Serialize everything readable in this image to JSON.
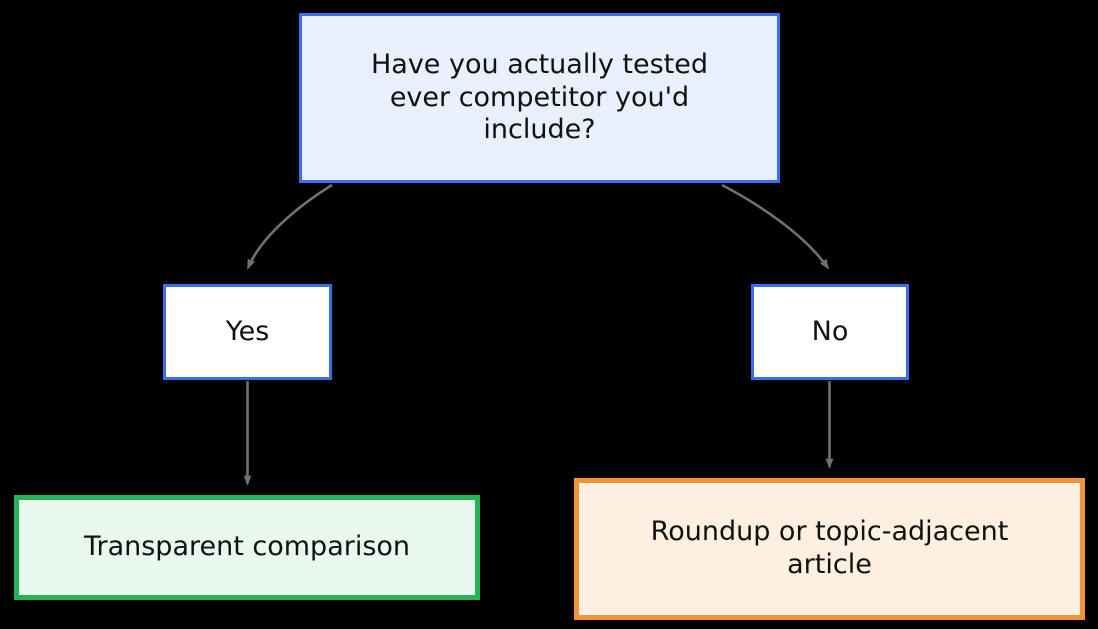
{
  "diagram": {
    "type": "flowchart",
    "direction": "top-down",
    "background_color": "#000000",
    "edge_color": "#707070",
    "text_color": "#111111",
    "nodes": [
      {
        "id": "decision",
        "name": "decision-node",
        "label": "Have you actually tested\never competitor you'd\ninclude?",
        "shape": "rectangle",
        "fill": "#e8f0fe",
        "border": "#3b6ef5"
      },
      {
        "id": "yes",
        "name": "yes-node",
        "label": "Yes",
        "shape": "rectangle",
        "fill": "#ffffff",
        "border": "#3b6ef5"
      },
      {
        "id": "no",
        "name": "no-node",
        "label": "No",
        "shape": "rectangle",
        "fill": "#ffffff",
        "border": "#3b6ef5"
      },
      {
        "id": "transparent",
        "name": "transparent-comparison-node",
        "label": "Transparent comparison",
        "shape": "rectangle",
        "fill": "#e8f8ee",
        "border": "#22b455"
      },
      {
        "id": "roundup",
        "name": "roundup-node",
        "label": "Roundup or topic-adjacent\narticle",
        "shape": "rectangle",
        "fill": "#fdf0e0",
        "border": "#f0943c"
      }
    ],
    "edges": [
      {
        "from": "decision",
        "to": "yes",
        "label": "",
        "style": "curved-arrow"
      },
      {
        "from": "decision",
        "to": "no",
        "label": "",
        "style": "curved-arrow"
      },
      {
        "from": "yes",
        "to": "transparent",
        "label": "",
        "style": "straight-arrow"
      },
      {
        "from": "no",
        "to": "roundup",
        "label": "",
        "style": "straight-arrow"
      }
    ]
  }
}
